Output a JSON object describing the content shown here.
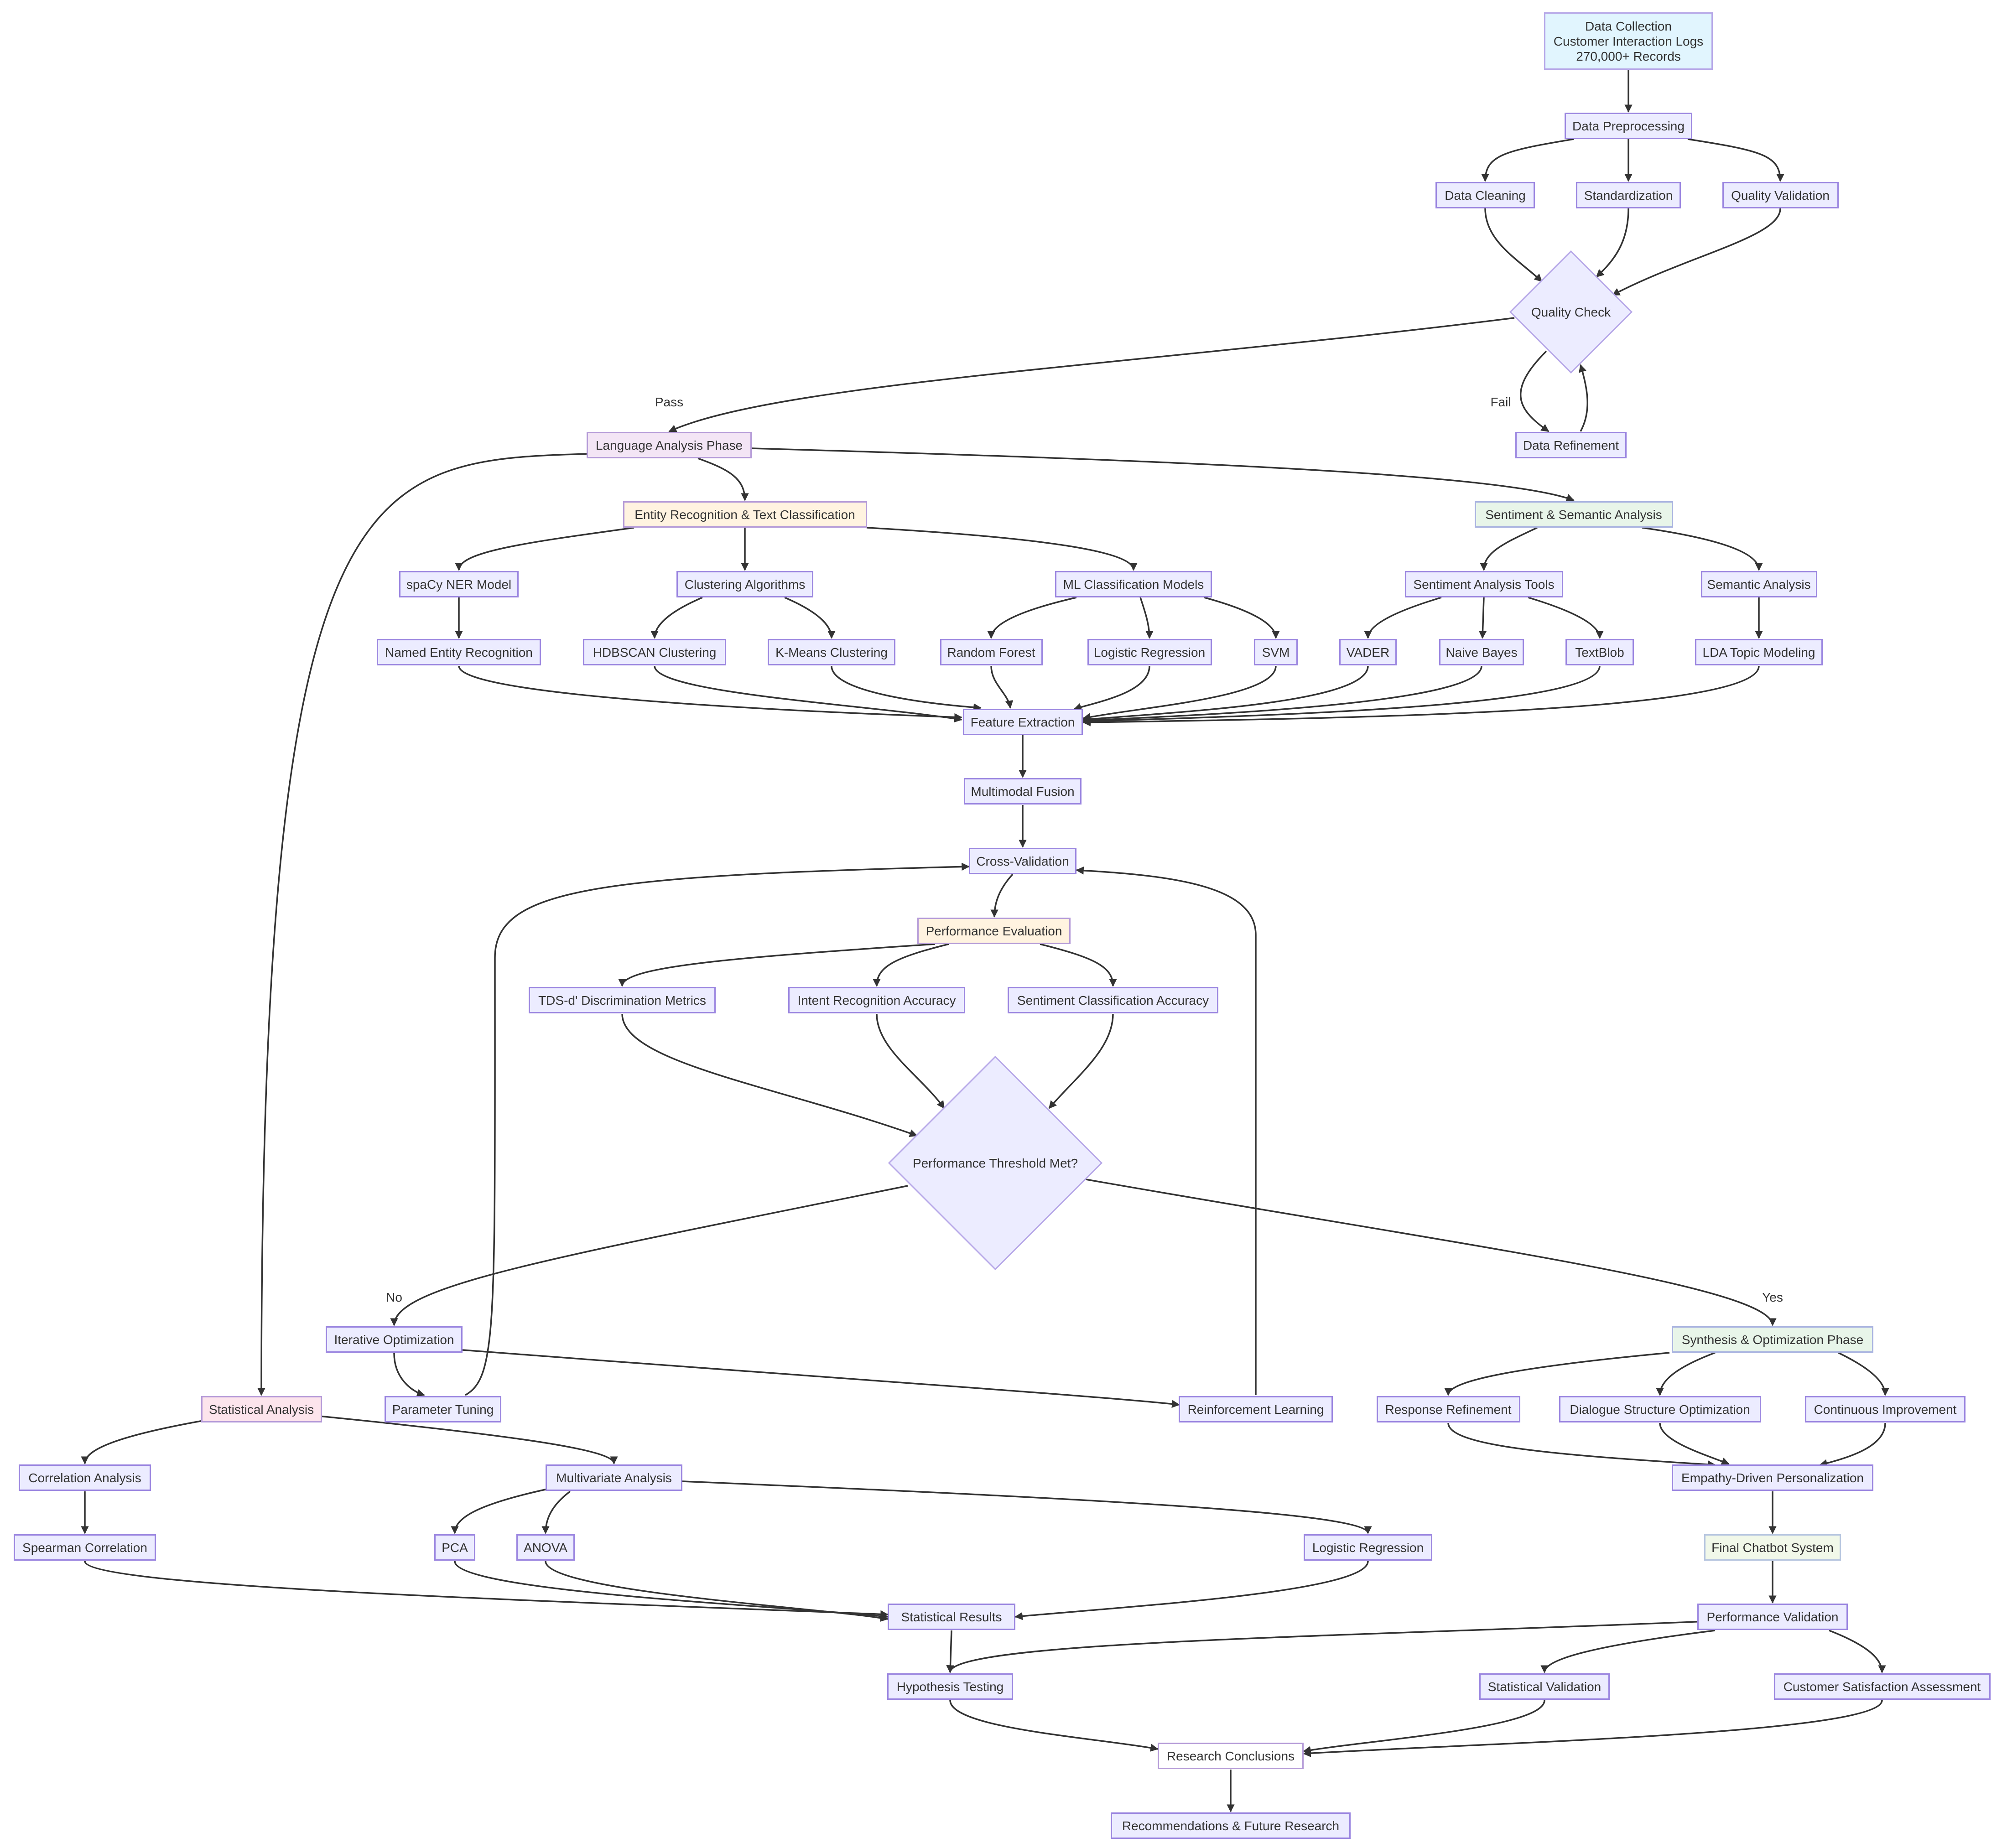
{
  "nodes": {
    "data_collection": {
      "lines": [
        "Data Collection",
        "Customer Interaction Logs",
        "270,000+ Records"
      ]
    },
    "data_preprocessing": "Data Preprocessing",
    "data_cleaning": "Data Cleaning",
    "standardization": "Standardization",
    "quality_validation": "Quality Validation",
    "quality_check": "Quality Check",
    "data_refinement": "Data Refinement",
    "language_analysis_phase": "Language Analysis Phase",
    "entity_recognition": "Entity Recognition & Text Classification",
    "sentiment_semantic": "Sentiment & Semantic Analysis",
    "spacy_ner": "spaCy NER Model",
    "clustering_algorithms": "Clustering Algorithms",
    "ml_classification": "ML Classification Models",
    "sentiment_tools": "Sentiment Analysis Tools",
    "semantic_analysis": "Semantic Analysis",
    "named_entity_recognition": "Named Entity Recognition",
    "hdbscan": "HDBSCAN Clustering",
    "kmeans": "K-Means Clustering",
    "random_forest": "Random Forest",
    "logistic_regression_ml": "Logistic Regression",
    "svm": "SVM",
    "vader": "VADER",
    "naive_bayes": "Naive Bayes",
    "textblob": "TextBlob",
    "lda": "LDA Topic Modeling",
    "feature_extraction": "Feature Extraction",
    "multimodal_fusion": "Multimodal Fusion",
    "cross_validation": "Cross-Validation",
    "performance_evaluation": "Performance Evaluation",
    "tds_metrics": "TDS-d' Discrimination Metrics",
    "intent_accuracy": "Intent Recognition Accuracy",
    "sentiment_accuracy": "Sentiment Classification Accuracy",
    "threshold": "Performance Threshold Met?",
    "iterative_optimization": "Iterative Optimization",
    "parameter_tuning": "Parameter Tuning",
    "reinforcement_learning": "Reinforcement Learning",
    "synthesis_phase": "Synthesis & Optimization Phase",
    "response_refinement": "Response Refinement",
    "dialogue_optimization": "Dialogue Structure Optimization",
    "continuous_improvement": "Continuous Improvement",
    "empathy_personalization": "Empathy-Driven Personalization",
    "final_chatbot": "Final Chatbot System",
    "performance_validation": "Performance Validation",
    "statistical_analysis": "Statistical Analysis",
    "correlation_analysis": "Correlation Analysis",
    "multivariate_analysis": "Multivariate Analysis",
    "spearman": "Spearman Correlation",
    "pca": "PCA",
    "anova": "ANOVA",
    "logistic_regression_stat": "Logistic Regression",
    "statistical_results": "Statistical Results",
    "hypothesis_testing": "Hypothesis Testing",
    "statistical_validation": "Statistical Validation",
    "customer_satisfaction": "Customer Satisfaction Assessment",
    "research_conclusions": "Research Conclusions",
    "recommendations": "Recommendations & Future Research"
  },
  "edge_labels": {
    "pass": "Pass",
    "fail": "Fail",
    "no": "No",
    "yes": "Yes"
  },
  "colors": {
    "edge": "#333333",
    "default_fill": "#ECECFF",
    "default_stroke": "#9370DB",
    "data_fill": "#E1F5FE",
    "phase_fill": "#F3E5F5",
    "process_fill": "#FFF3E0",
    "semantic_fill": "#E8F5E9",
    "stat_fill": "#FCE4EC",
    "final_fill": "#F1F8E9",
    "conclusion_fill": "#FFFFFF"
  }
}
